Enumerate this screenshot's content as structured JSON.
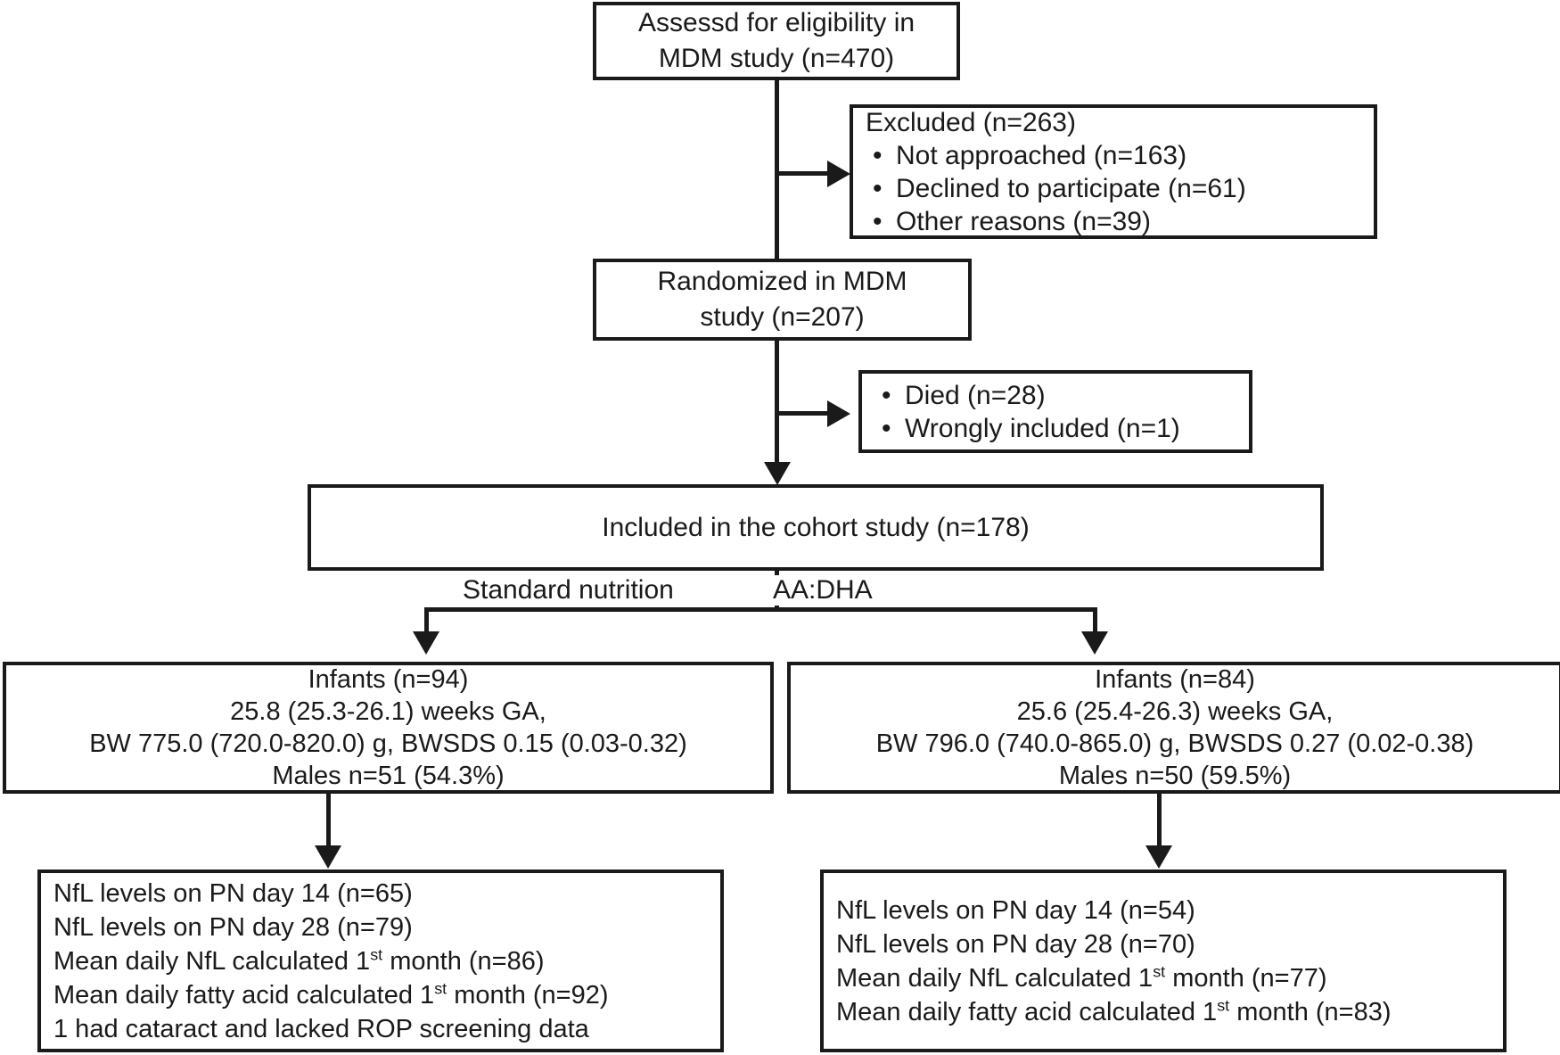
{
  "figure": {
    "type": "flowchart",
    "title": "CONSORT-style participant flow diagram (MDM study cohort)",
    "line_color": "#1a1a1a",
    "background": "#ffffff"
  },
  "nodes": {
    "assessed": {
      "name": "assessed-for-eligibility",
      "lines": [
        "Assessd for eligibility in",
        "MDM study (n=470)"
      ]
    },
    "excluded": {
      "name": "excluded",
      "heading": "Excluded (n=263)",
      "bullets": [
        "Not approached (n=163)",
        "Declined to participate (n=61)",
        "Other reasons (n=39)"
      ]
    },
    "randomized": {
      "name": "randomized",
      "lines": [
        "Randomized in MDM",
        "study (n=207)"
      ]
    },
    "attrition": {
      "name": "post-randomization-losses",
      "bullets": [
        "Died (n=28)",
        "Wrongly included (n=1)"
      ]
    },
    "included": {
      "name": "included-in-cohort",
      "lines": [
        "Included in the cohort study (n=178)"
      ]
    },
    "infants_left": {
      "name": "infants-standard-nutrition",
      "lines": [
        "Infants (n=94)",
        "25.8 (25.3-26.1) weeks GA,",
        "BW 775.0 (720.0-820.0) g, BWSDS 0.15 (0.03-0.32)",
        "Males n=51 (54.3%)"
      ]
    },
    "infants_right": {
      "name": "infants-aa-dha",
      "lines": [
        "Infants (n=84)",
        "25.6 (25.4-26.3) weeks GA,",
        "BW 796.0 (740.0-865.0) g, BWSDS 0.27 (0.02-0.38)",
        "Males n=50 (59.5%)"
      ]
    },
    "nfl_left": {
      "name": "outcomes-standard-nutrition",
      "lines": [
        {
          "pre": "NfL levels on PN day 14 (n=65)"
        },
        {
          "pre": "NfL levels on PN day 28 (n=79)"
        },
        {
          "pre": "Mean daily NfL calculated 1",
          "sup": "st",
          "post": " month (n=86)"
        },
        {
          "pre": "Mean daily fatty acid calculated 1",
          "sup": "st",
          "post": " month (n=92)"
        },
        {
          "pre": "1 had cataract and lacked ROP screening data"
        }
      ]
    },
    "nfl_right": {
      "name": "outcomes-aa-dha",
      "lines": [
        {
          "pre": "NfL levels on PN day 14 (n=54)"
        },
        {
          "pre": "NfL levels on PN day 28 (n=70)"
        },
        {
          "pre": "Mean daily NfL calculated 1",
          "sup": "st",
          "post": " month (n=77)"
        },
        {
          "pre": "Mean daily fatty acid calculated 1",
          "sup": "st",
          "post": " month (n=83)"
        }
      ]
    }
  },
  "edge_labels": {
    "left_arm": "Standard nutrition",
    "right_arm": "AA:DHA"
  }
}
